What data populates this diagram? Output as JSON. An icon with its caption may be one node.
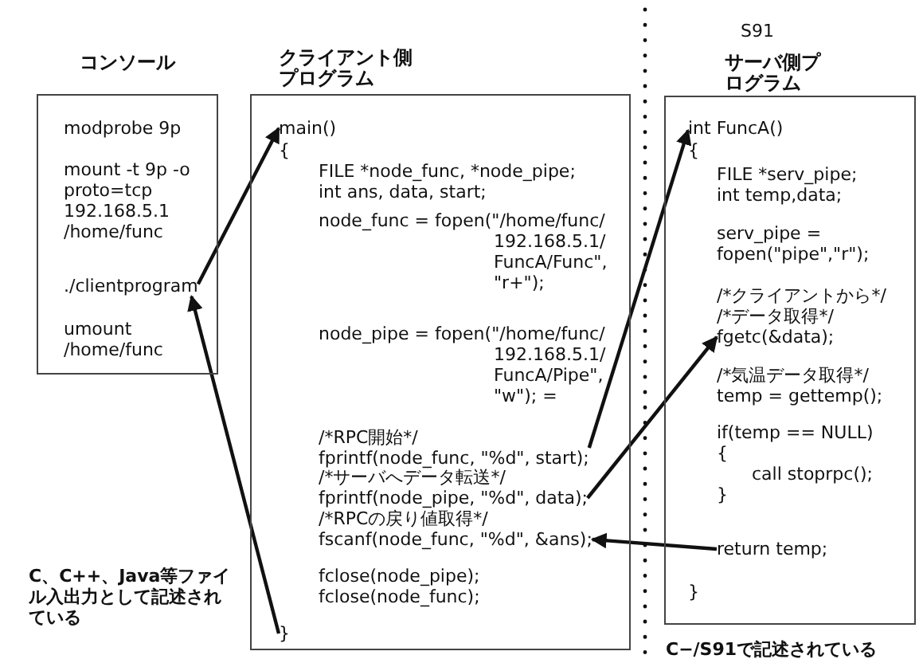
{
  "diagram": {
    "nodes": [
      {
        "text": [
          "コンソール"
        ]
      },
      {
        "text": [
          "modprobe 9p"
        ],
        "in": 0
      },
      {
        "text": [
          "mount -t 9p -o proto=tcp 192.168.5.1 /home/func"
        ],
        "in": 0
      },
      {
        "text": [
          "./clientprogram"
        ],
        "in": 0
      },
      {
        "text": [
          "umount /home/func"
        ],
        "in": 0
      },
      {
        "text": [
          "クライアント側プログラム"
        ]
      },
      {
        "text": [
          "main()"
        ],
        "in": 5
      },
      {
        "text": [
          "{"
        ],
        "in": 5
      },
      {
        "text": [
          "FILE *node_func, *node_pipe;"
        ],
        "in": 5
      },
      {
        "text": [
          "int ans, data, start;"
        ],
        "in": 5
      },
      {
        "text": [
          "node_func = fopen(\"/home/func/ 192.168.5.1/ FuncA/Func\", \"r+\");"
        ],
        "in": 5
      },
      {
        "text": [
          "node_pipe = fopen(\"/home/func/ 192.168.5.1/ FuncA/Pipe\", \"w\"); ="
        ],
        "in": 5
      },
      {
        "text": [
          "/*RPC開始*/"
        ],
        "in": 5
      },
      {
        "text": [
          "fprintf(node_func, \"%d\", start);"
        ],
        "in": 5
      },
      {
        "text": [
          "/*サーバへデータ転送*/"
        ],
        "in": 5
      },
      {
        "text": [
          "fprintf(node_pipe, \"%d\", data);"
        ],
        "in": 5
      },
      {
        "text": [
          "/*RPCの戻り値取得*/"
        ],
        "in": 5
      },
      {
        "text": [
          "fscanf(node_func, \"%d\", &ans);"
        ],
        "in": 5
      },
      {
        "text": [
          "fclose(node_pipe);"
        ],
        "in": 5
      },
      {
        "text": [
          "fclose(node_func);"
        ],
        "in": 5
      },
      {
        "text": [
          "}"
        ],
        "in": 5
      },
      {
        "text": [
          "サーバ側プログラム"
        ]
      },
      {
        "text": [
          "int FuncA()"
        ],
        "in": 21
      },
      {
        "text": [
          "{"
        ],
        "in": 21
      },
      {
        "text": [
          "FILE *serv_pipe;"
        ],
        "in": 21
      },
      {
        "text": [
          "int temp,data;"
        ],
        "in": 21
      },
      {
        "text": [
          "serv_pipe = fopen(\"pipe\",\"r\");"
        ],
        "in": 21
      },
      {
        "text": [
          "/*クライアントから*/"
        ],
        "in": 21
      },
      {
        "text": [
          "/*データ取得*/"
        ],
        "in": 21
      },
      {
        "text": [
          "fgetc(&data);"
        ],
        "in": 21
      },
      {
        "text": [
          "/*気温データ取得*/"
        ],
        "in": 21
      },
      {
        "text": [
          "temp = gettemp();"
        ],
        "in": 21
      },
      {
        "text": [
          "if(temp == NULL)"
        ],
        "in": 21
      },
      {
        "text": [
          "{"
        ],
        "in": 21
      },
      {
        "text": [
          "call stoprpc();"
        ],
        "in": 21
      },
      {
        "text": [
          "}"
        ],
        "in": 21
      },
      {
        "text": [
          "return temp;"
        ],
        "in": 21
      },
      {
        "text": [
          "}"
        ],
        "in": 21
      }
    ],
    "edges": [
      {
        "from": 3,
        "to": 6,
        "arrow": "to"
      },
      {
        "from": 20,
        "to": 3,
        "arrow": "to"
      },
      {
        "from": 13,
        "to": 22,
        "arrow": "to"
      },
      {
        "from": 15,
        "to": 29,
        "arrow": "to"
      },
      {
        "from": 36,
        "to": 17,
        "arrow": "to"
      }
    ],
    "labels": [
      "S91",
      "C、C++、Java等ファイル入出力として記述されている",
      "C−/S91で記述されている"
    ]
  }
}
